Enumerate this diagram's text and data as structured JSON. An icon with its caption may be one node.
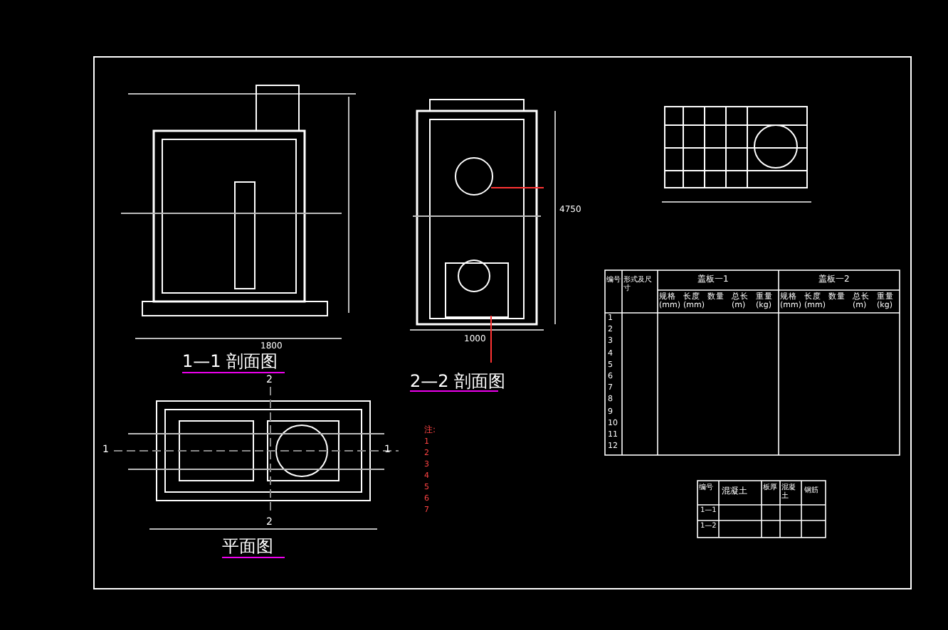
{
  "diagram": {
    "labels": [
      "4750",
      "1000",
      "1800",
      "1—1 剖面图",
      "2—2 剖面图",
      "2",
      "1",
      "1",
      "2",
      "平面图",
      "注:",
      "1",
      "2",
      "3",
      "4",
      "5",
      "6",
      "7",
      "编号",
      "形式及尺寸",
      "盖板一1",
      "盖板一2",
      "规格(mm)",
      "长度(mm)",
      "数量",
      "总长(m)",
      "重量(kg)",
      "规格(mm)",
      "长度(mm)",
      "数量",
      "总长(m)",
      "重量(kg)",
      "1",
      "2",
      "3",
      "4",
      "5",
      "6",
      "7",
      "8",
      "9",
      "10",
      "11",
      "12",
      "编号",
      "混凝土",
      "板厚",
      "混凝土",
      "钢筋",
      "1—1",
      "1—2"
    ]
  }
}
